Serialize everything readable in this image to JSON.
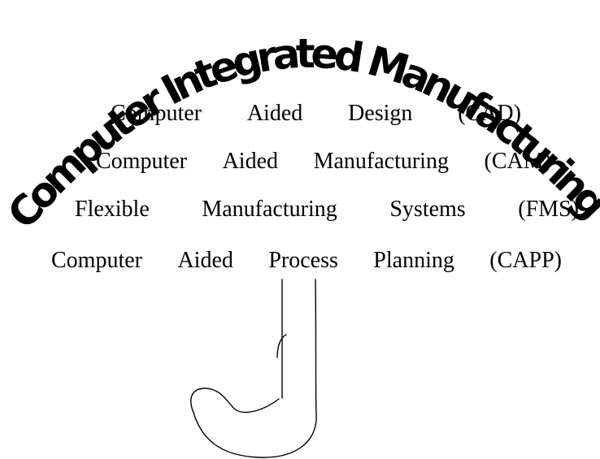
{
  "diagram": {
    "arc_title": "Computer Integrated Manufacturing",
    "lines": [
      {
        "words": [
          "Computer",
          "Aided",
          "Design",
          "(CAD)"
        ]
      },
      {
        "words": [
          "Computer",
          "Aided",
          "Manufacturing",
          "(CAM)"
        ]
      },
      {
        "words": [
          "Flexible",
          "Manufacturing",
          "Systems",
          "(FMS)"
        ]
      },
      {
        "words": [
          "Computer",
          "Aided",
          "Process",
          "Planning",
          "(CAPP)"
        ]
      }
    ]
  }
}
